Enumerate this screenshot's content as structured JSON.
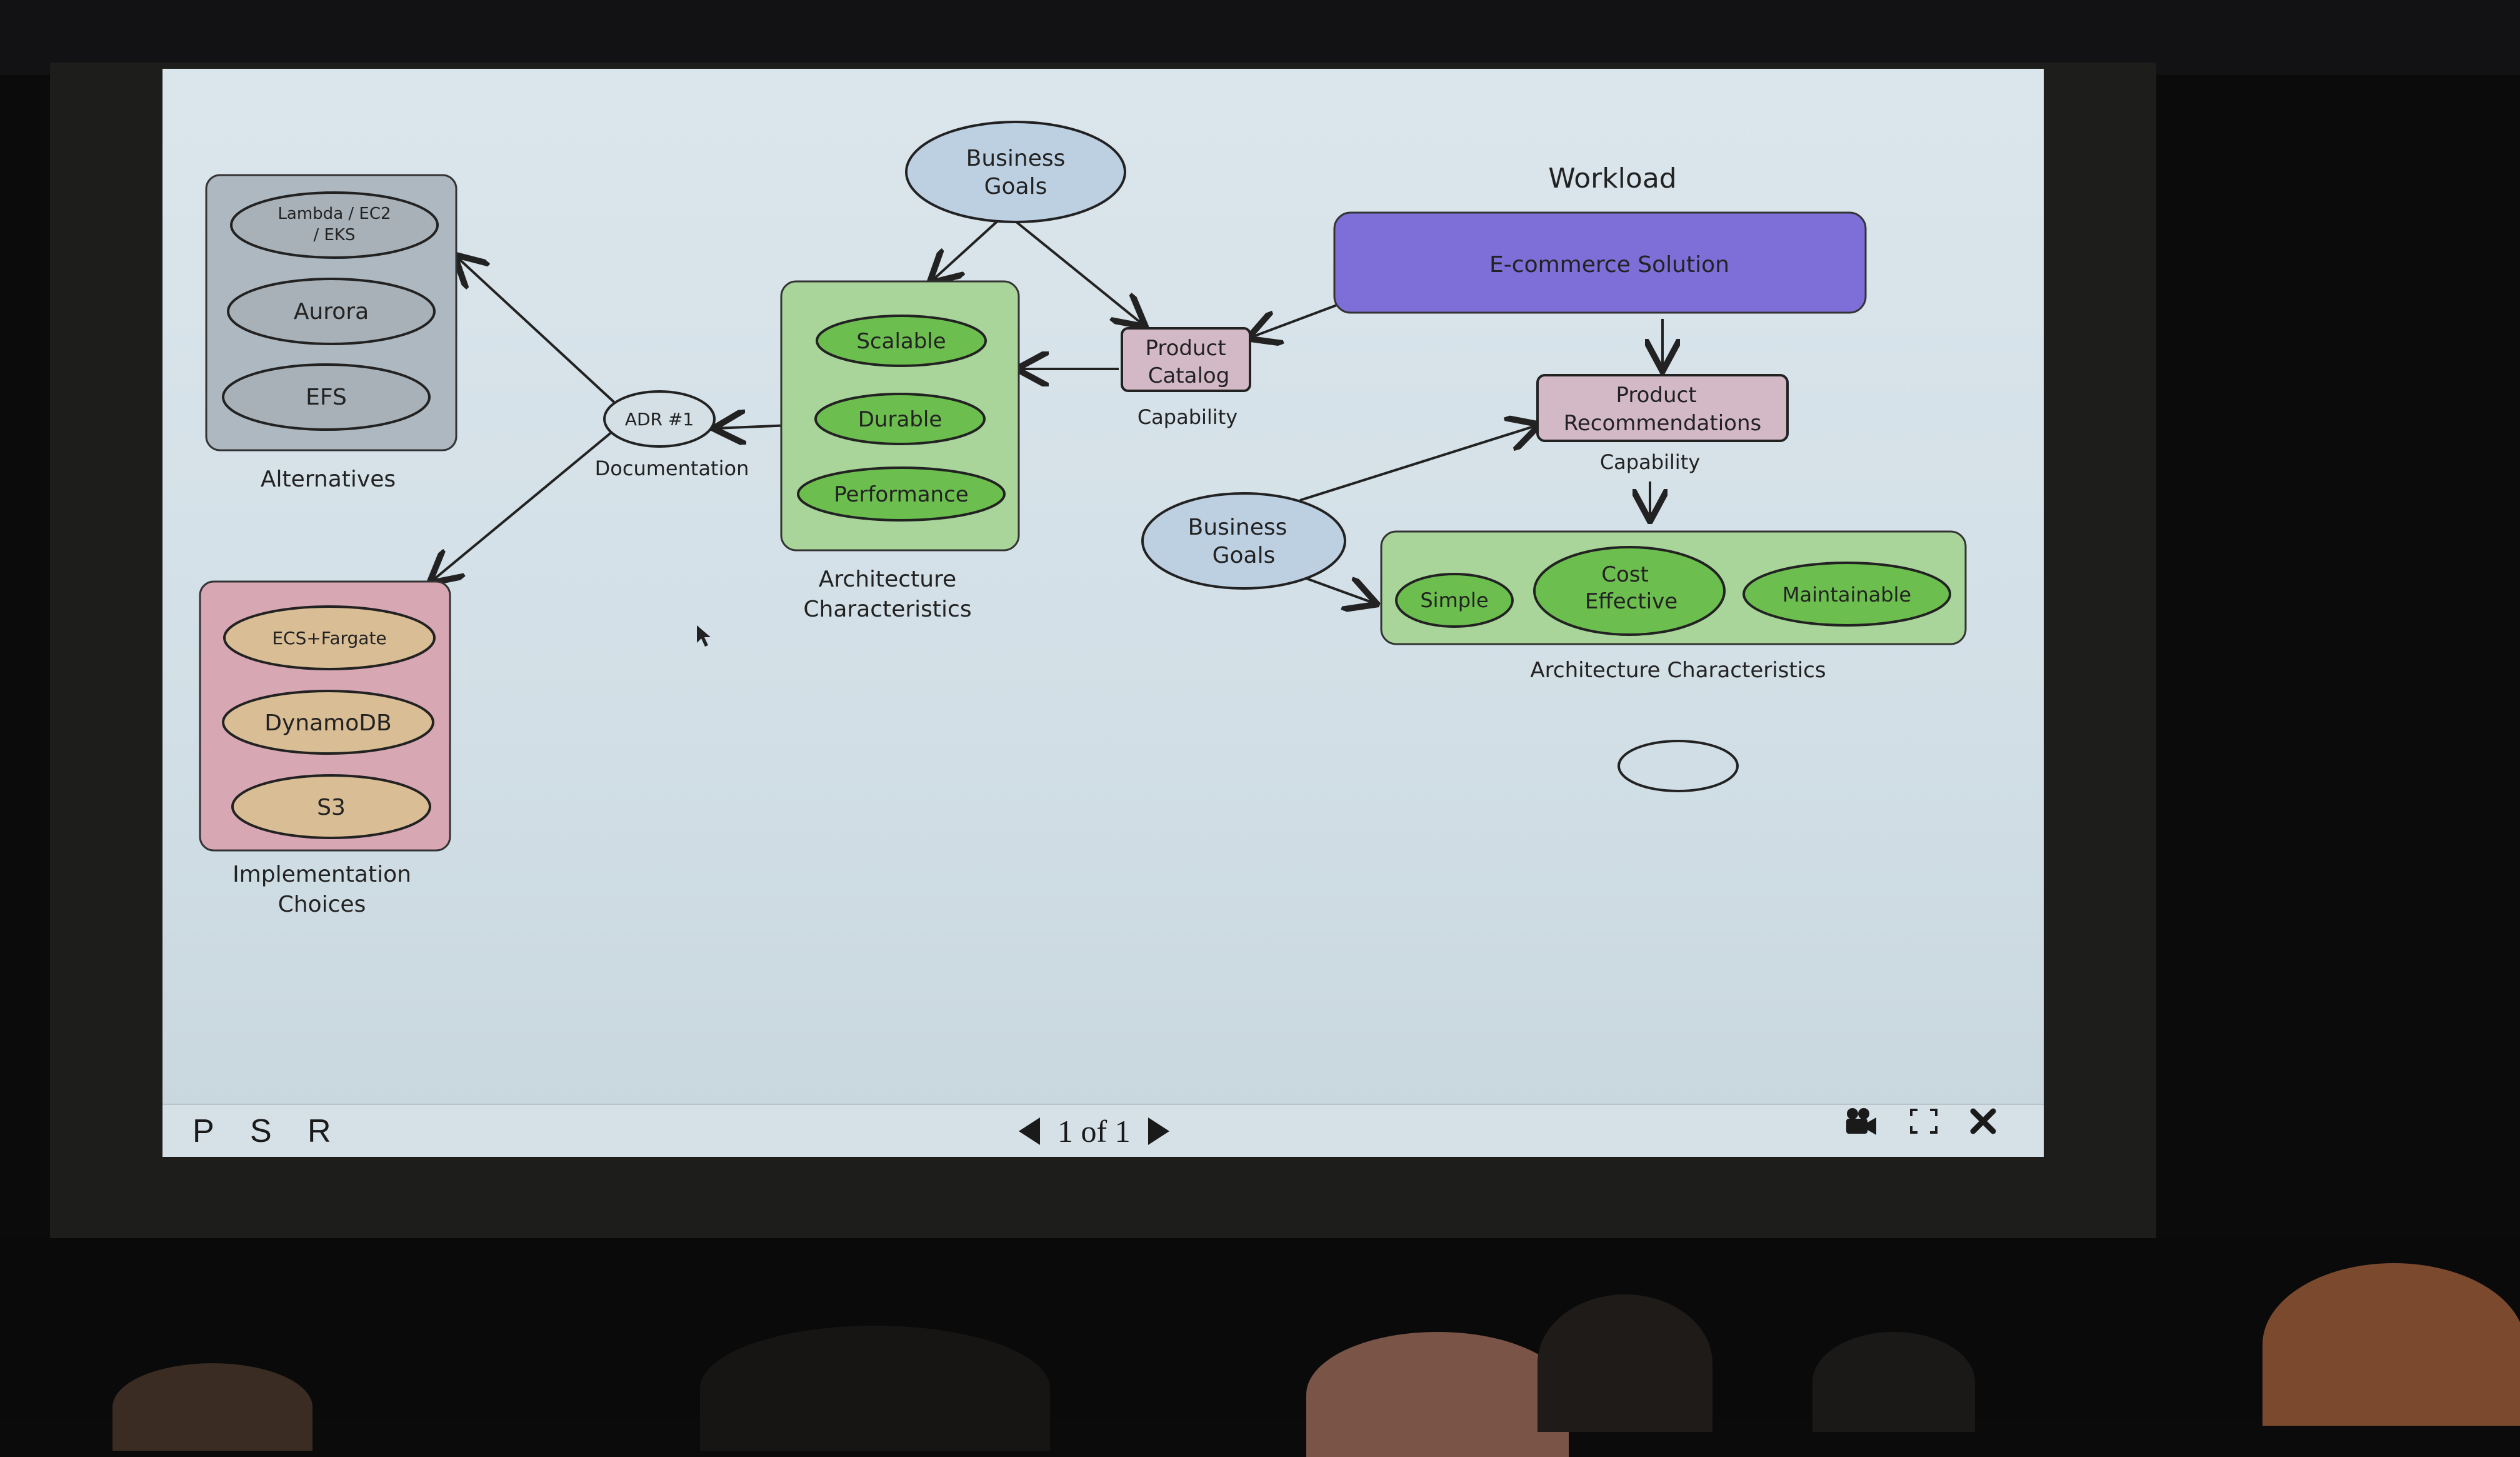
{
  "slide": {
    "controls": {
      "p_label": "P",
      "s_label": "S",
      "r_label": "R",
      "page_indicator": "1 of 1",
      "icons": [
        "video-camera-icon",
        "fullscreen-icon",
        "close-icon"
      ]
    },
    "left": {
      "alternatives_items": [
        "Lambda / EC2",
        "/ EKS",
        "Aurora",
        "EFS"
      ],
      "alternatives_label": "Alternatives",
      "implementation_items": [
        "ECS+Fargate",
        "DynamoDB",
        "S3"
      ],
      "implementation_label_1": "Implementation",
      "implementation_label_2": "Choices",
      "adr_label": "ADR #1",
      "documentation_label": "Documentation"
    },
    "center": {
      "business_goals_1": "Business",
      "business_goals_2": "Goals",
      "characteristics": [
        "Scalable",
        "Durable",
        "Performance"
      ],
      "arch_label_1": "Architecture",
      "arch_label_2": "Characteristics",
      "product_catalog_1": "Product",
      "product_catalog_2": "Catalog",
      "capability_label": "Capability"
    },
    "right": {
      "workload_title": "Workload",
      "ecommerce_label": "E-commerce Solution",
      "product_rec_1": "Product",
      "product_rec_2": "Recommendations",
      "capability_label": "Capability",
      "business_goals_1": "Business",
      "business_goals_2": "Goals",
      "simple_label": "Simple",
      "cost_1": "Cost",
      "cost_2": "Effective",
      "maintainable_label": "Maintainable",
      "arch_label": "Architecture Characteristics"
    },
    "colors": {
      "alternatives_bg": "#aeb8c0",
      "implementation_bg": "#d7a7b3",
      "implementation_pill": "#d9bd95",
      "characteristics_bg": "#a9d59a",
      "characteristic_pill": "#6cbf4e",
      "goals_ellipse": "#bdd0e2",
      "ecommerce_bg": "#7d6ed8",
      "capability_box": "#d3b9c6"
    }
  }
}
